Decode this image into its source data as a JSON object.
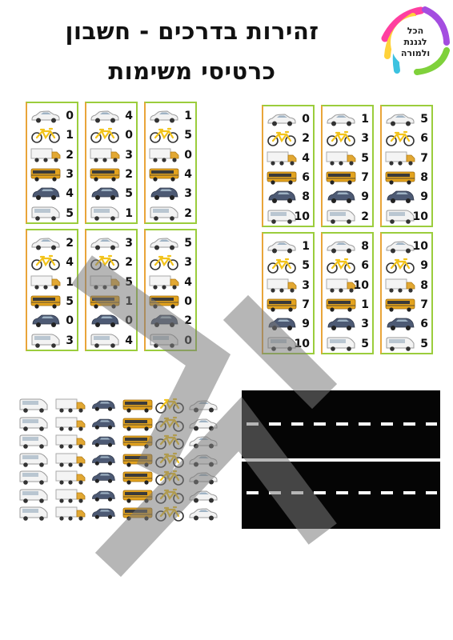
{
  "header": {
    "title_line1": "זהירות בדרכים - חשבון",
    "title_line2": "כרטיסי משימות"
  },
  "logo": {
    "line1": "הכל",
    "line2": "לגננת",
    "line3": "ולמורה"
  },
  "watermark_icon": "watermark-icon",
  "vehicles": [
    "car",
    "bicycle",
    "truck",
    "bus",
    "suv",
    "van"
  ],
  "colors": {
    "card_border_green": "#9bcd3c",
    "card_border_orange": "#e9a53a",
    "road": "#050505",
    "bus_yellow": "#e3a31e",
    "bicycle_yellow": "#f2c31b"
  },
  "cards_left": [
    [
      "1",
      "5",
      "0",
      "4",
      "3",
      "2"
    ],
    [
      "4",
      "0",
      "3",
      "2",
      "5",
      "1"
    ],
    [
      "0",
      "1",
      "2",
      "3",
      "4",
      "5"
    ],
    [
      "5",
      "3",
      "4",
      "0",
      "2",
      "0"
    ],
    [
      "3",
      "2",
      "5",
      "1",
      "0",
      "4"
    ],
    [
      "2",
      "4",
      "1",
      "5",
      "0",
      "3"
    ]
  ],
  "cards_right": [
    [
      "5",
      "6",
      "7",
      "8",
      "9",
      "10"
    ],
    [
      "1",
      "3",
      "5",
      "7",
      "9",
      "2"
    ],
    [
      "0",
      "2",
      "4",
      "6",
      "8",
      "10"
    ],
    [
      "10",
      "9",
      "8",
      "7",
      "6",
      "5"
    ],
    [
      "8",
      "6",
      "10",
      "1",
      "3",
      "5"
    ],
    [
      "1",
      "5",
      "3",
      "7",
      "9",
      "10"
    ]
  ]
}
